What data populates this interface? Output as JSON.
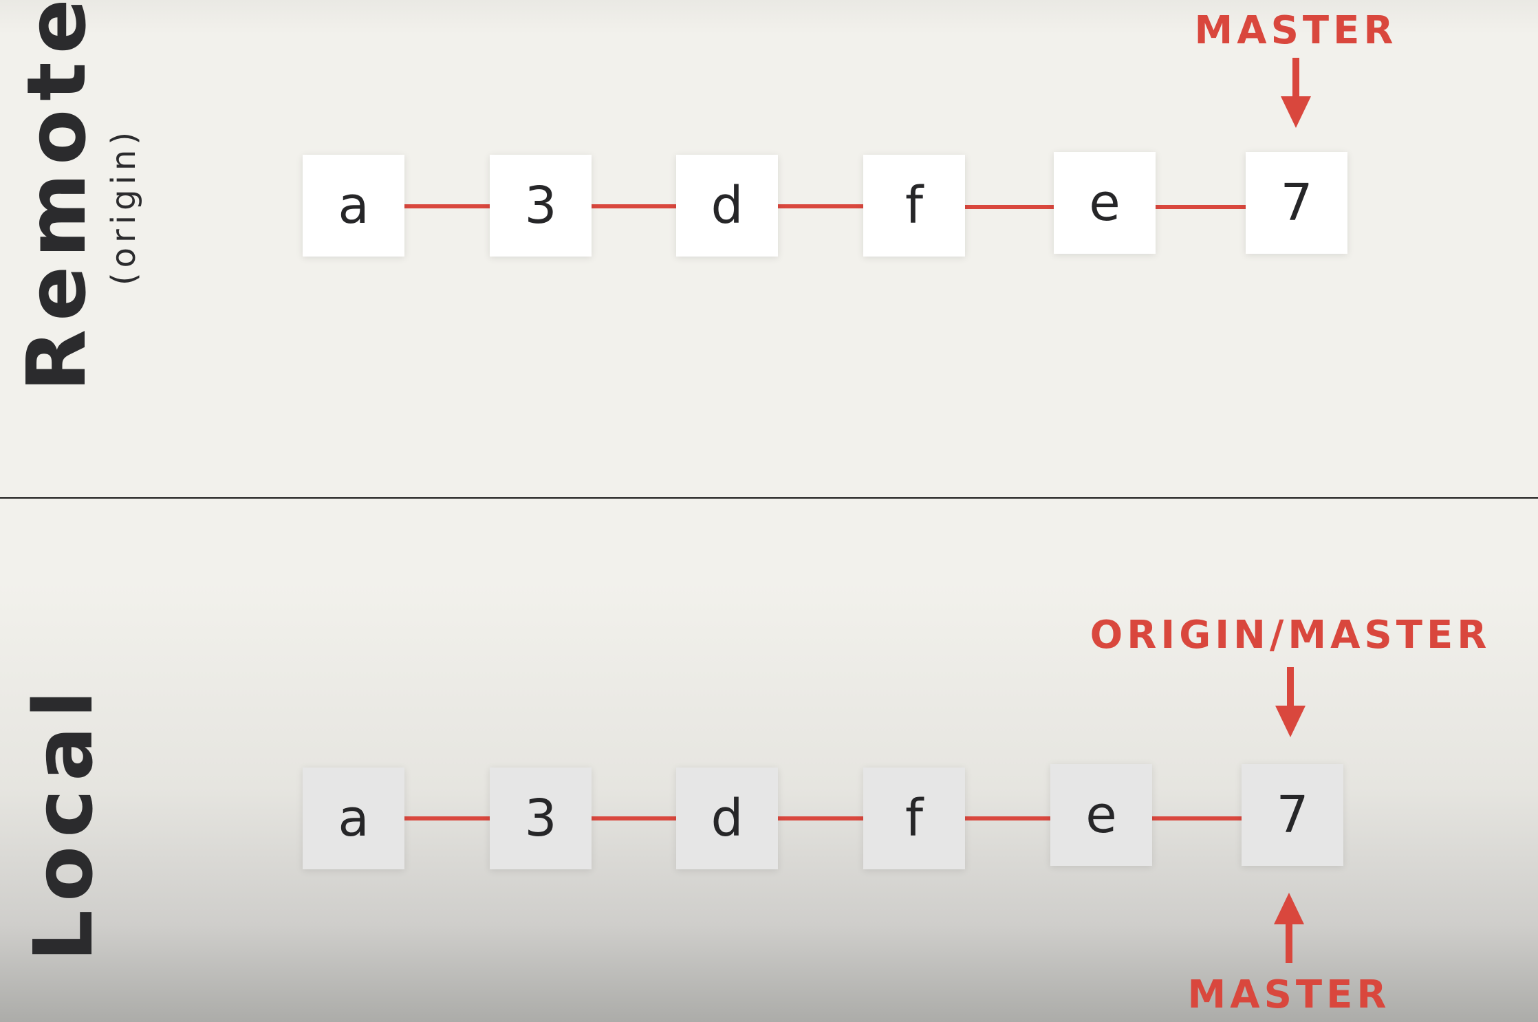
{
  "colors": {
    "accent": "#d9473d",
    "text": "#2b2b2d",
    "remote_commit_fill": "#ffffff",
    "local_commit_fill": "#e6e6e6",
    "divider": "#1a1a1a"
  },
  "remote": {
    "title": "Remote",
    "subtitle": "(origin)",
    "commits": [
      "a",
      "3",
      "d",
      "f",
      "e",
      "7"
    ],
    "refs": [
      {
        "label": "MASTER",
        "points_to": "7",
        "direction": "down"
      }
    ]
  },
  "local": {
    "title": "Local",
    "commits": [
      "a",
      "3",
      "d",
      "f",
      "e",
      "7"
    ],
    "refs": [
      {
        "label": "ORIGIN/MASTER",
        "points_to": "7",
        "direction": "down"
      },
      {
        "label": "MASTER",
        "points_to": "7",
        "direction": "up"
      }
    ]
  },
  "icons": {
    "ref_arrow": "arrow-icon"
  }
}
